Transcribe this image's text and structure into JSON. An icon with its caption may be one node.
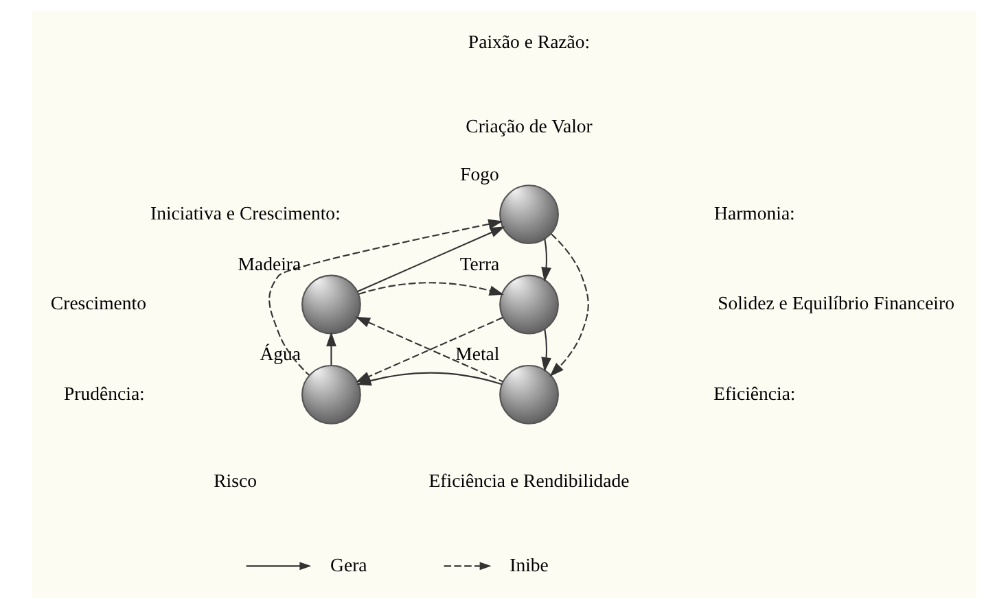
{
  "diagram": {
    "nodes": [
      {
        "text": [],
        "shape": "circle",
        "beside": [
          "Fogo"
        ]
      },
      {
        "text": [],
        "shape": "circle",
        "beside": [
          "Terra"
        ]
      },
      {
        "text": [],
        "shape": "circle",
        "beside": [
          "Metal"
        ]
      },
      {
        "text": [],
        "shape": "circle",
        "beside": [
          "Água"
        ]
      },
      {
        "text": [],
        "shape": "circle",
        "beside": [
          "Madeira"
        ]
      }
    ],
    "edges": [
      {
        "from": 4,
        "to": 0,
        "arrow": "to"
      },
      {
        "from": 0,
        "to": 1,
        "arrow": "to"
      },
      {
        "from": 1,
        "to": 2,
        "arrow": "to"
      },
      {
        "from": 2,
        "to": 3,
        "arrow": "to"
      },
      {
        "from": 3,
        "to": 4,
        "arrow": "to"
      },
      {
        "from": 4,
        "to": 1,
        "arrow": "to",
        "style": "dashed"
      },
      {
        "from": 1,
        "to": 3,
        "arrow": "to",
        "style": "dashed"
      },
      {
        "from": 3,
        "to": 0,
        "arrow": "to",
        "style": "dashed"
      },
      {
        "from": 0,
        "to": 2,
        "arrow": "to",
        "style": "dashed"
      },
      {
        "from": 2,
        "to": 4,
        "arrow": "to",
        "style": "dashed"
      }
    ],
    "labels": [
      "Paixão e Razão:",
      "Criação de Valor",
      "Iniciativa e Crescimento:",
      "Crescimento",
      "Harmonia:",
      "Solidez e Equilíbrio Financeiro",
      "Prudência:",
      "Risco",
      "Eficiência:",
      "Eficiência e Rendibilidade"
    ],
    "legend": [
      {
        "text": "Gera"
      },
      {
        "text": "Inibe"
      }
    ]
  }
}
